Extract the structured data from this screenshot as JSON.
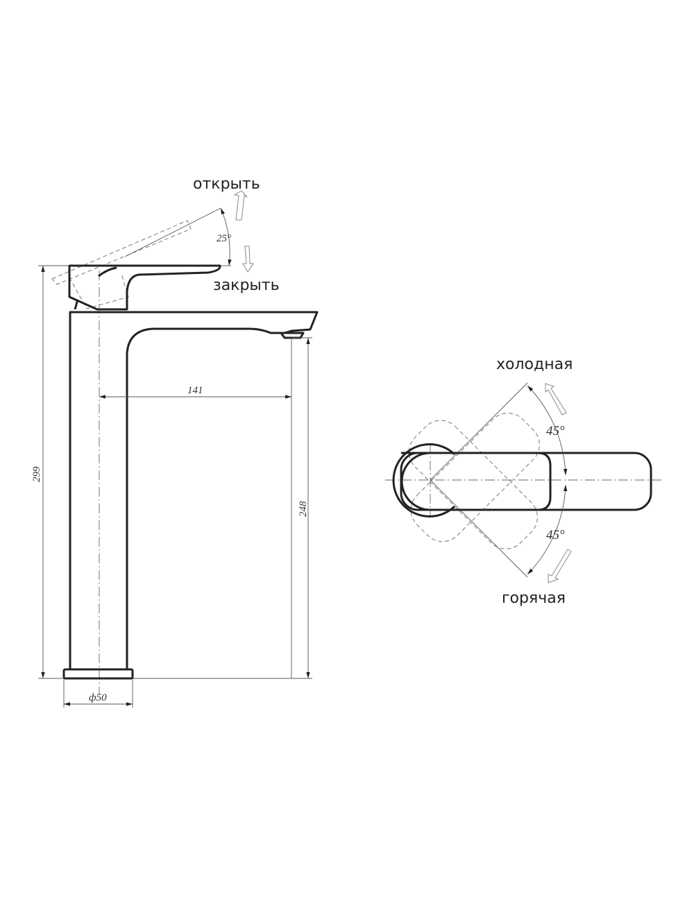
{
  "side_view": {
    "labels": {
      "open": "открыть",
      "close": "закрыть"
    },
    "angle": "25°",
    "dimensions": {
      "height_total": "299",
      "spout_reach": "141",
      "spout_height": "248",
      "base_diameter": "ф50"
    }
  },
  "top_view": {
    "labels": {
      "cold": "холодная",
      "hot": "горячая"
    },
    "angle_top": "45°",
    "angle_bottom": "45°"
  }
}
